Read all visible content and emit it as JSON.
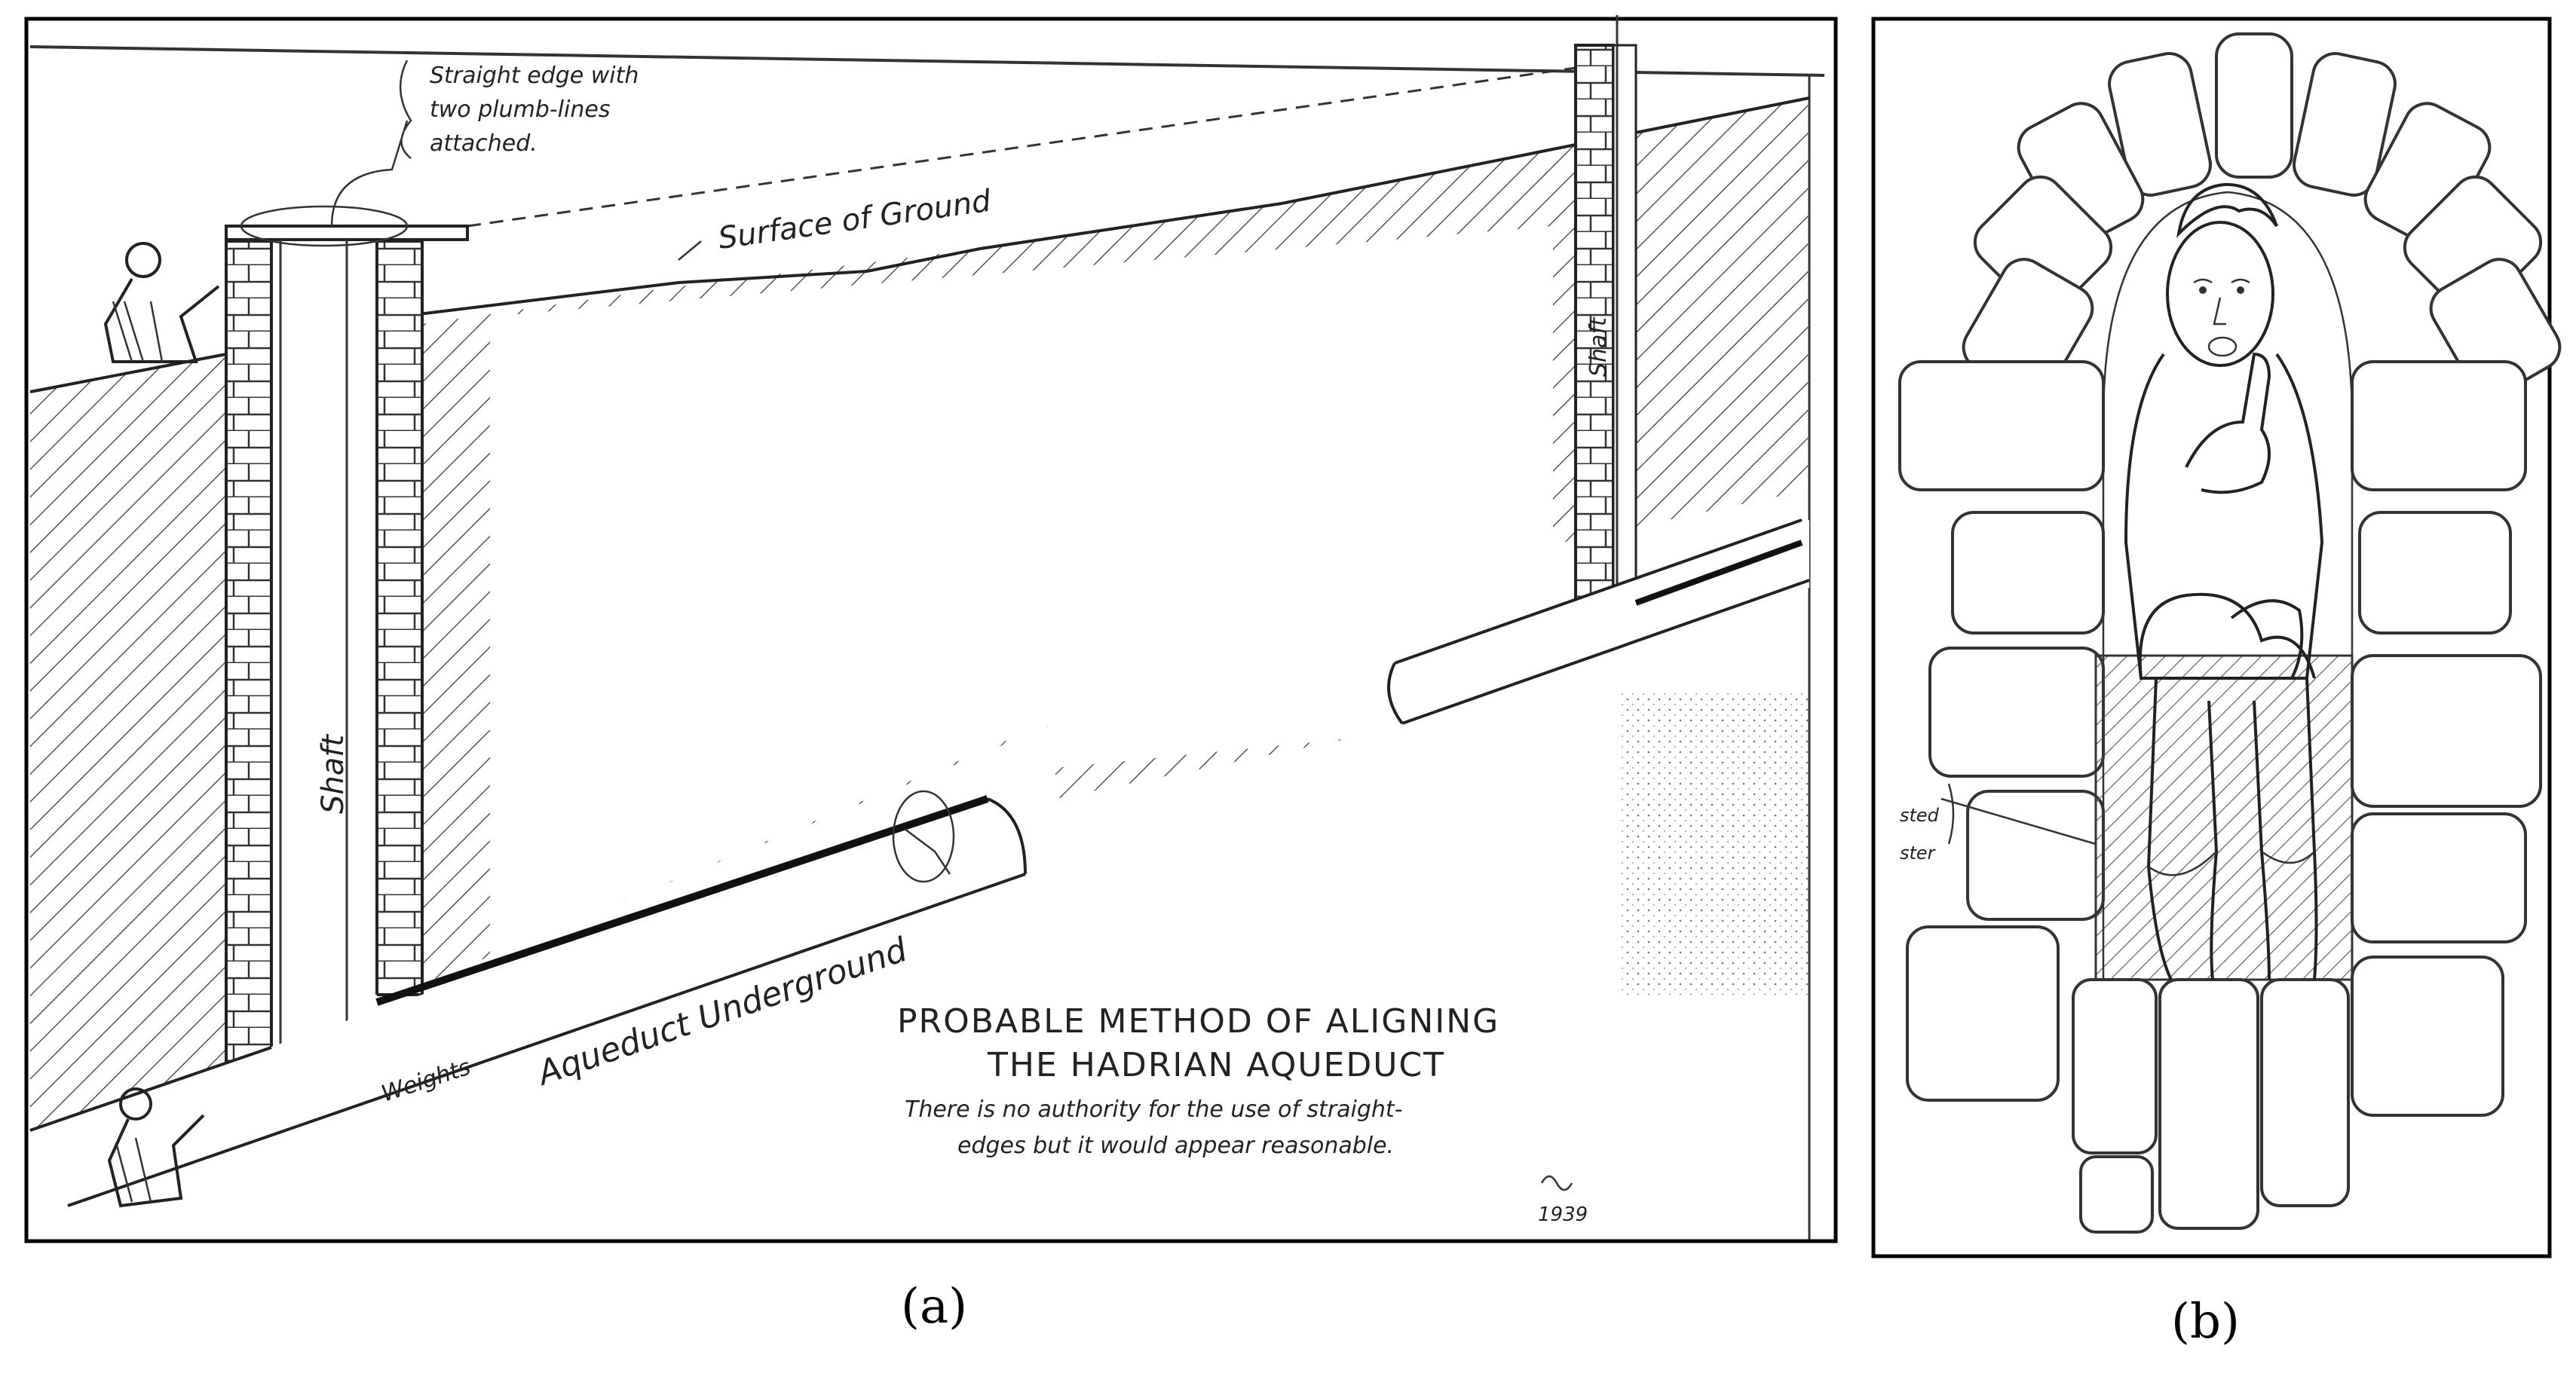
{
  "panel_a": {
    "label_straight_edge_1": "Straight edge with",
    "label_straight_edge_2": "two plumb-lines",
    "label_straight_edge_3": "attached.",
    "label_surface": "Surface of Ground",
    "label_shaft_left": "Shaft",
    "label_shaft_right": "Shaft",
    "label_aqueduct": "Aqueduct Underground",
    "label_weights": "Weights",
    "title_1": "PROBABLE METHOD OF ALIGNING",
    "title_2": "THE HADRIAN AQUEDUCT",
    "note_1": "There is no authority for the use of straight-",
    "note_2": "edges but it would appear reasonable.",
    "signature_year": "1939"
  },
  "panel_b": {
    "side_label_1": "sted",
    "side_label_2": "ster"
  },
  "captions": {
    "a": "(a)",
    "b": "(b)"
  }
}
